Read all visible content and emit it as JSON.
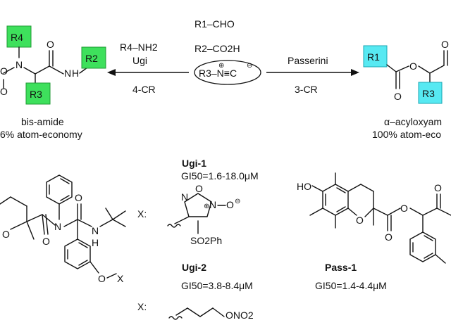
{
  "reagents": {
    "aldehyde": "R1–CHO",
    "acid": "R2–CO2H",
    "isocyanide": "R3–N≡C"
  },
  "ugi_arrow": {
    "reagent": "R4–NH2",
    "name": "Ugi",
    "type": "4-CR"
  },
  "passerini_arrow": {
    "name": "Passerini",
    "type": "3-CR"
  },
  "products": {
    "left": {
      "name": "bis-amide",
      "economy": "6% atom-economy",
      "labels": [
        "R4",
        "R3",
        "R2"
      ]
    },
    "right": {
      "name": "α–acyloxyam",
      "economy": "100% atom-eco",
      "labels": [
        "R1",
        "R3"
      ]
    }
  },
  "compounds": {
    "ugi1": {
      "name": "Ugi-1",
      "gi50": "GI50=1.6-18.0μM"
    },
    "ugi2": {
      "name": "Ugi-2",
      "gi50": "GI50=3.8-8.4μM"
    },
    "pass1": {
      "name": "Pass-1",
      "gi50": "GI50=1.4-4.4μM"
    }
  },
  "substituents": {
    "x_label": "X:",
    "furoxan": {
      "n_top": "N",
      "o_top": "O",
      "n_plus": "N",
      "o_minus": "O",
      "so2ph": "SO2Ph"
    },
    "nitrate": "ONO2"
  },
  "structure_labels": {
    "left_N": "N",
    "left_NH": "H",
    "left_NH_N": "N",
    "left_O1": "O",
    "left_O2": "O",
    "ugi_O": "O",
    "ugi_N": "N",
    "ugi_NH": "N",
    "ugi_H": "H",
    "ugi_O2": "O",
    "ugi_O3": "O",
    "ugi_OX": "O",
    "ugi_X": "X",
    "pass_HO": "HO",
    "pass_O1": "O",
    "pass_O2": "O",
    "pass_O3": "O",
    "pass_O4": "O",
    "acyl_O1": "O",
    "acyl_O2": "O",
    "acyl_O3": "O"
  },
  "colors": {
    "green_badge": "#3ee05c",
    "cyan_badge": "#57e9f2"
  }
}
